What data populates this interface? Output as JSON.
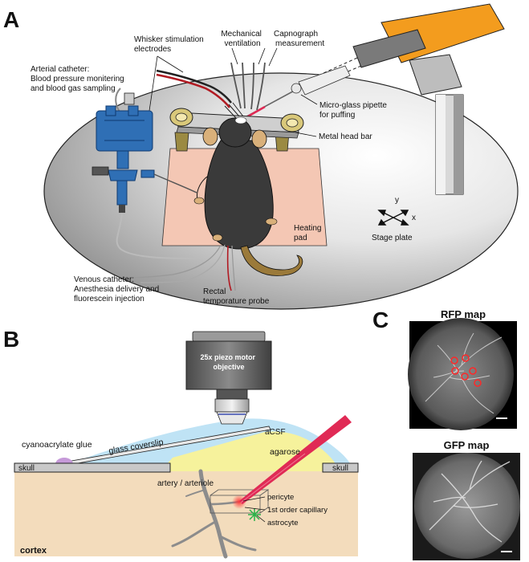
{
  "panel_a": {
    "letter": "A",
    "whisker_electrodes": [
      "Whisker stimulation",
      "electrodes"
    ],
    "ventilation": [
      "Mechanical",
      "ventilation"
    ],
    "capnograph": [
      "Capnograph",
      "measurement"
    ],
    "arterial_catheter": [
      "Arterial catheter:",
      "Blood pressure monitering",
      "and blood gas sampling"
    ],
    "pipette": [
      "Micro-glass pipette",
      "for puffing"
    ],
    "head_bar": "Metal head bar",
    "heating_pad": [
      "Heating",
      "pad"
    ],
    "stage_plate": "Stage plate",
    "axis_x": "x",
    "axis_y": "y",
    "venous_catheter": [
      "Venous catheter:",
      "Anesthesia delivery and",
      "fluorescein injection"
    ],
    "rectal_probe": [
      "Rectal",
      "temporature probe"
    ]
  },
  "panel_b": {
    "letter": "B",
    "objective": [
      "25x piezo motor",
      "objective"
    ],
    "acsf": "aCSF",
    "glue": "cyanoacrylate glue",
    "coverslip": "glass coverslip",
    "agarose": "agarose",
    "skull_left": "skull",
    "skull_right": "skull",
    "artery": "artery / arteriole",
    "pericyte": "pericyte",
    "capillary": "1st order capillary",
    "astrocyte": "astrocyte",
    "cortex": "cortex"
  },
  "panel_c": {
    "letter": "C",
    "rfp_title": "RFP map",
    "gfp_title": "GFP map"
  },
  "colors": {
    "stage_plate": "#8c8c8c",
    "heating_pad": "#f4c7b4",
    "catheter_valve": "#2f6fb5",
    "manipulator": "#f39c1e",
    "cortex": "#f3dcbc",
    "agarose": "#f6f29c",
    "acsf": "#bfe3f5",
    "objective_body": "#6f6f6f",
    "pipette_red": "#e02a55",
    "glue": "#c69ad9",
    "pericyte_marker": "#e0203a",
    "astrocyte_marker": "#2bb24a"
  }
}
